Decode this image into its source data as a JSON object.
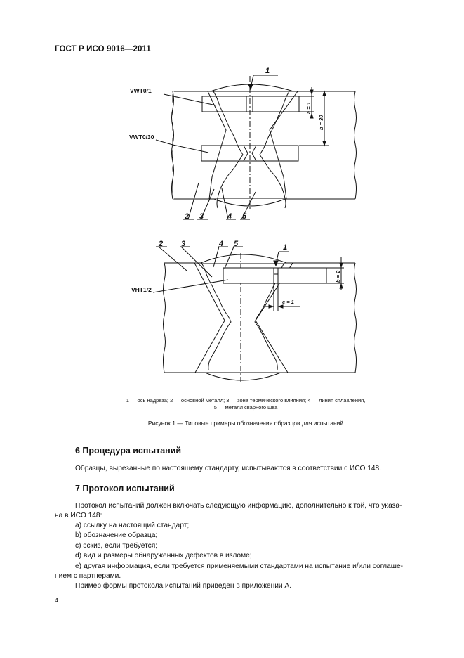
{
  "header": {
    "doc_code": "ГОСТ Р ИСО 9016—2011"
  },
  "figure": {
    "top": {
      "labels": [
        "VWT0/1",
        "VWT0/30"
      ],
      "numbers": [
        "1",
        "2",
        "3",
        "4",
        "5"
      ],
      "dims": [
        "a = 1",
        "b = 30"
      ]
    },
    "bottom": {
      "labels": [
        "VHT1/2"
      ],
      "numbers": [
        "2",
        "3",
        "4",
        "5",
        "1"
      ],
      "dims": [
        "b = 2",
        "e = 1"
      ]
    },
    "legend_line1": "1 — ось надреза; 2 — основной металл; 3 — зона термического влияния; 4 — линия сплавления,",
    "legend_line2": "5 — металл сварного шва",
    "caption": "Рисунок  1 — Типовые примеры обозначения образцов для испытаний"
  },
  "section6": {
    "heading": "6  Процедура испытаний",
    "text": "Образцы, вырезанные по настоящему стандарту, испытываются в соответствии с ИСО 148."
  },
  "section7": {
    "heading": "7  Протокол испытаний",
    "intro_line1": "Протокол испытаний должен включать следующую информацию, дополнительно к той, что указа-",
    "intro_line2": "на в ИСО 148:",
    "items": [
      "a)  ссылку на настоящий стандарт;",
      "b)  обозначение образца;",
      "c)  эскиз, если требуется;",
      "d)  вид и размеры обнаруженных дефектов в изломе;",
      "e)  другая информация, если требуется применяемыми стандартами на испытание и/или соглаше-"
    ],
    "item_e_cont": "нием с партнерами.",
    "closing": "Пример формы протокола испытаний приведен в приложении А."
  },
  "footer": {
    "page_number": "4"
  }
}
